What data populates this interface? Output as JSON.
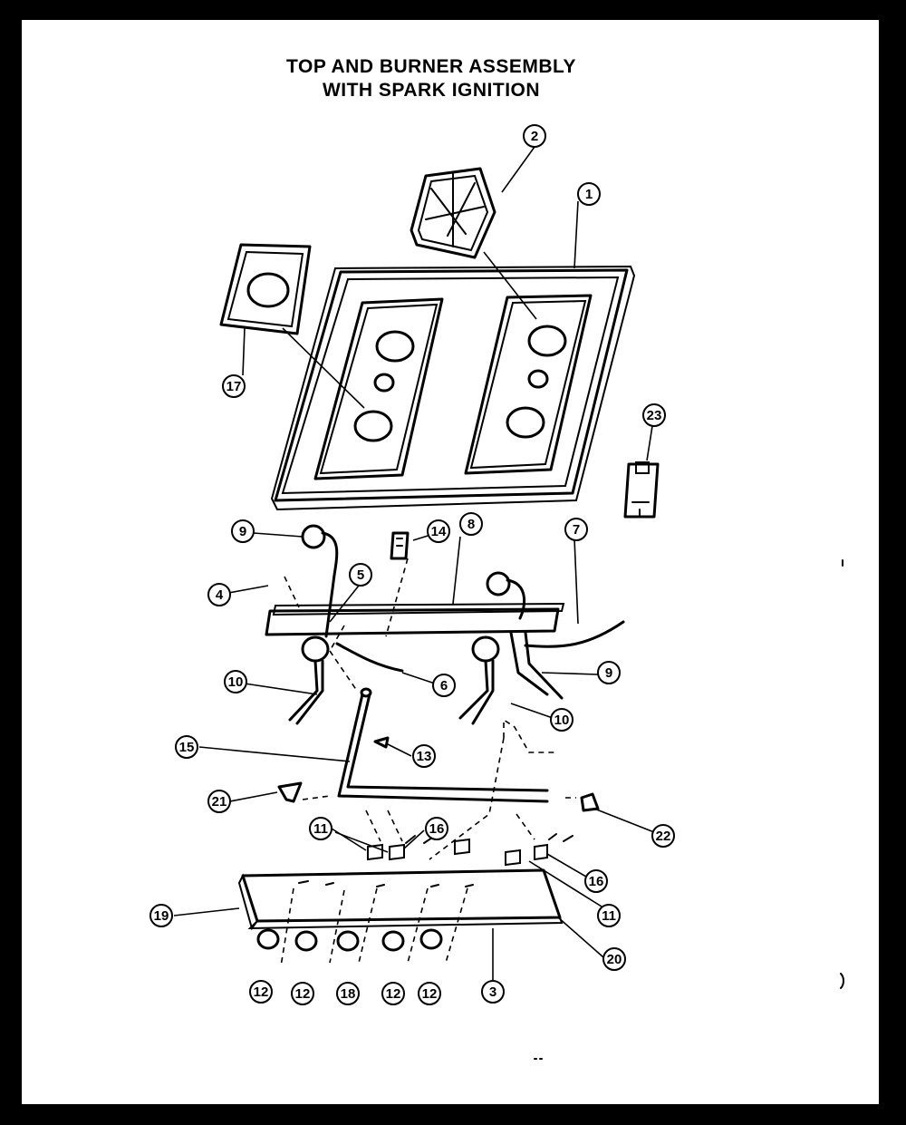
{
  "title": {
    "line1": "TOP AND BURNER ASSEMBLY",
    "line2": "WITH SPARK IGNITION"
  },
  "callouts": [
    {
      "id": "c2a",
      "label": "2"
    },
    {
      "id": "c1",
      "label": "1"
    },
    {
      "id": "c17",
      "label": "17"
    },
    {
      "id": "c23",
      "label": "23"
    },
    {
      "id": "c9a",
      "label": "9"
    },
    {
      "id": "c14",
      "label": "14"
    },
    {
      "id": "c8a",
      "label": "8"
    },
    {
      "id": "c7",
      "label": "7"
    },
    {
      "id": "c4",
      "label": "4"
    },
    {
      "id": "c5",
      "label": "5"
    },
    {
      "id": "c10a",
      "label": "10"
    },
    {
      "id": "c6",
      "label": "6"
    },
    {
      "id": "c9b",
      "label": "9"
    },
    {
      "id": "c10b",
      "label": "10"
    },
    {
      "id": "c15",
      "label": "15"
    },
    {
      "id": "c13",
      "label": "13"
    },
    {
      "id": "c21",
      "label": "21"
    },
    {
      "id": "c22",
      "label": "22"
    },
    {
      "id": "c11a",
      "label": "11"
    },
    {
      "id": "c16a",
      "label": "16"
    },
    {
      "id": "c16b",
      "label": "16"
    },
    {
      "id": "c11b",
      "label": "11"
    },
    {
      "id": "c19",
      "label": "19"
    },
    {
      "id": "c20",
      "label": "20"
    },
    {
      "id": "c12a",
      "label": "12"
    },
    {
      "id": "c12b",
      "label": "12"
    },
    {
      "id": "c18",
      "label": "18"
    },
    {
      "id": "c12c",
      "label": "12"
    },
    {
      "id": "c12d",
      "label": "12"
    },
    {
      "id": "c3",
      "label": "3"
    }
  ]
}
